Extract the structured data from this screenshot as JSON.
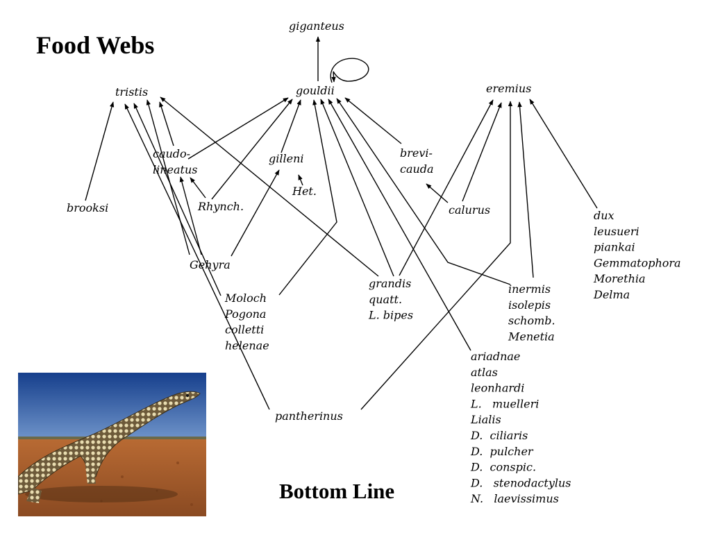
{
  "title": "Food Webs",
  "subtitle": "Bottom Line",
  "photo": {
    "subject": "perentie-lizard-icon",
    "sky": "#1f4f9e",
    "ground": "#b0642e"
  },
  "nodes": {
    "giganteus": {
      "lines": [
        "giganteus"
      ]
    },
    "gouldii": {
      "lines": [
        "gouldii"
      ]
    },
    "tristis": {
      "lines": [
        "tristis"
      ]
    },
    "eremius": {
      "lines": [
        "eremius"
      ]
    },
    "caudo": {
      "lines": [
        "caudo-",
        "lineatus"
      ]
    },
    "gilleni": {
      "lines": [
        "gilleni"
      ]
    },
    "het": {
      "lines": [
        "Het."
      ]
    },
    "brevi": {
      "lines": [
        "brevi-",
        "cauda"
      ]
    },
    "brooksi": {
      "lines": [
        "brooksi"
      ]
    },
    "rhynch": {
      "lines": [
        "Rhynch."
      ]
    },
    "calurus": {
      "lines": [
        "calurus"
      ]
    },
    "dux": {
      "lines": [
        "dux",
        "leusueri",
        "piankai",
        "Gemmatophora",
        "Morethia",
        "Delma"
      ]
    },
    "gehyra": {
      "lines": [
        "Gehyra"
      ]
    },
    "moloch": {
      "lines": [
        "Moloch",
        "Pogona",
        "colletti",
        "helenae"
      ]
    },
    "grandis": {
      "lines": [
        "grandis",
        "quatt.",
        "L. bipes"
      ]
    },
    "inermis": {
      "lines": [
        "inermis",
        "isolepis",
        "schomb.",
        "Menetia"
      ]
    },
    "ariadnae": {
      "lines": [
        "ariadnae",
        "atlas",
        "leonhardi",
        "L.   muelleri",
        "Lialis",
        "D.  ciliaris",
        "D.  pulcher",
        "D.  conspic.",
        "D.   stenodactylus",
        "N.   laevissimus"
      ]
    },
    "pantherinus": {
      "lines": [
        "pantherinus"
      ]
    }
  },
  "edges": [
    [
      "gouldii",
      "giganteus"
    ],
    [
      "gouldii",
      "gouldii"
    ],
    [
      "brooksi",
      "tristis"
    ],
    [
      "gehyra",
      "tristis"
    ],
    [
      "moloch",
      "tristis"
    ],
    [
      "pantherinus",
      "tristis"
    ],
    [
      "gehyra",
      "caudo"
    ],
    [
      "rhynch",
      "caudo"
    ],
    [
      "caudo",
      "tristis"
    ],
    [
      "grandis",
      "tristis"
    ],
    [
      "caudo",
      "gouldii"
    ],
    [
      "rhynch",
      "gouldii"
    ],
    [
      "gilleni",
      "gouldii"
    ],
    [
      "het",
      "gilleni"
    ],
    [
      "gehyra",
      "gilleni"
    ],
    [
      "moloch",
      "gouldii"
    ],
    [
      "grandis",
      "gouldii"
    ],
    [
      "ariadnae",
      "gouldii"
    ],
    [
      "inermis",
      "gouldii"
    ],
    [
      "brevi",
      "gouldii"
    ],
    [
      "calurus",
      "brevi"
    ],
    [
      "grandis",
      "eremius"
    ],
    [
      "calurus",
      "eremius"
    ],
    [
      "pantherinus",
      "eremius"
    ],
    [
      "inermis",
      "eremius"
    ],
    [
      "dux",
      "eremius"
    ]
  ]
}
